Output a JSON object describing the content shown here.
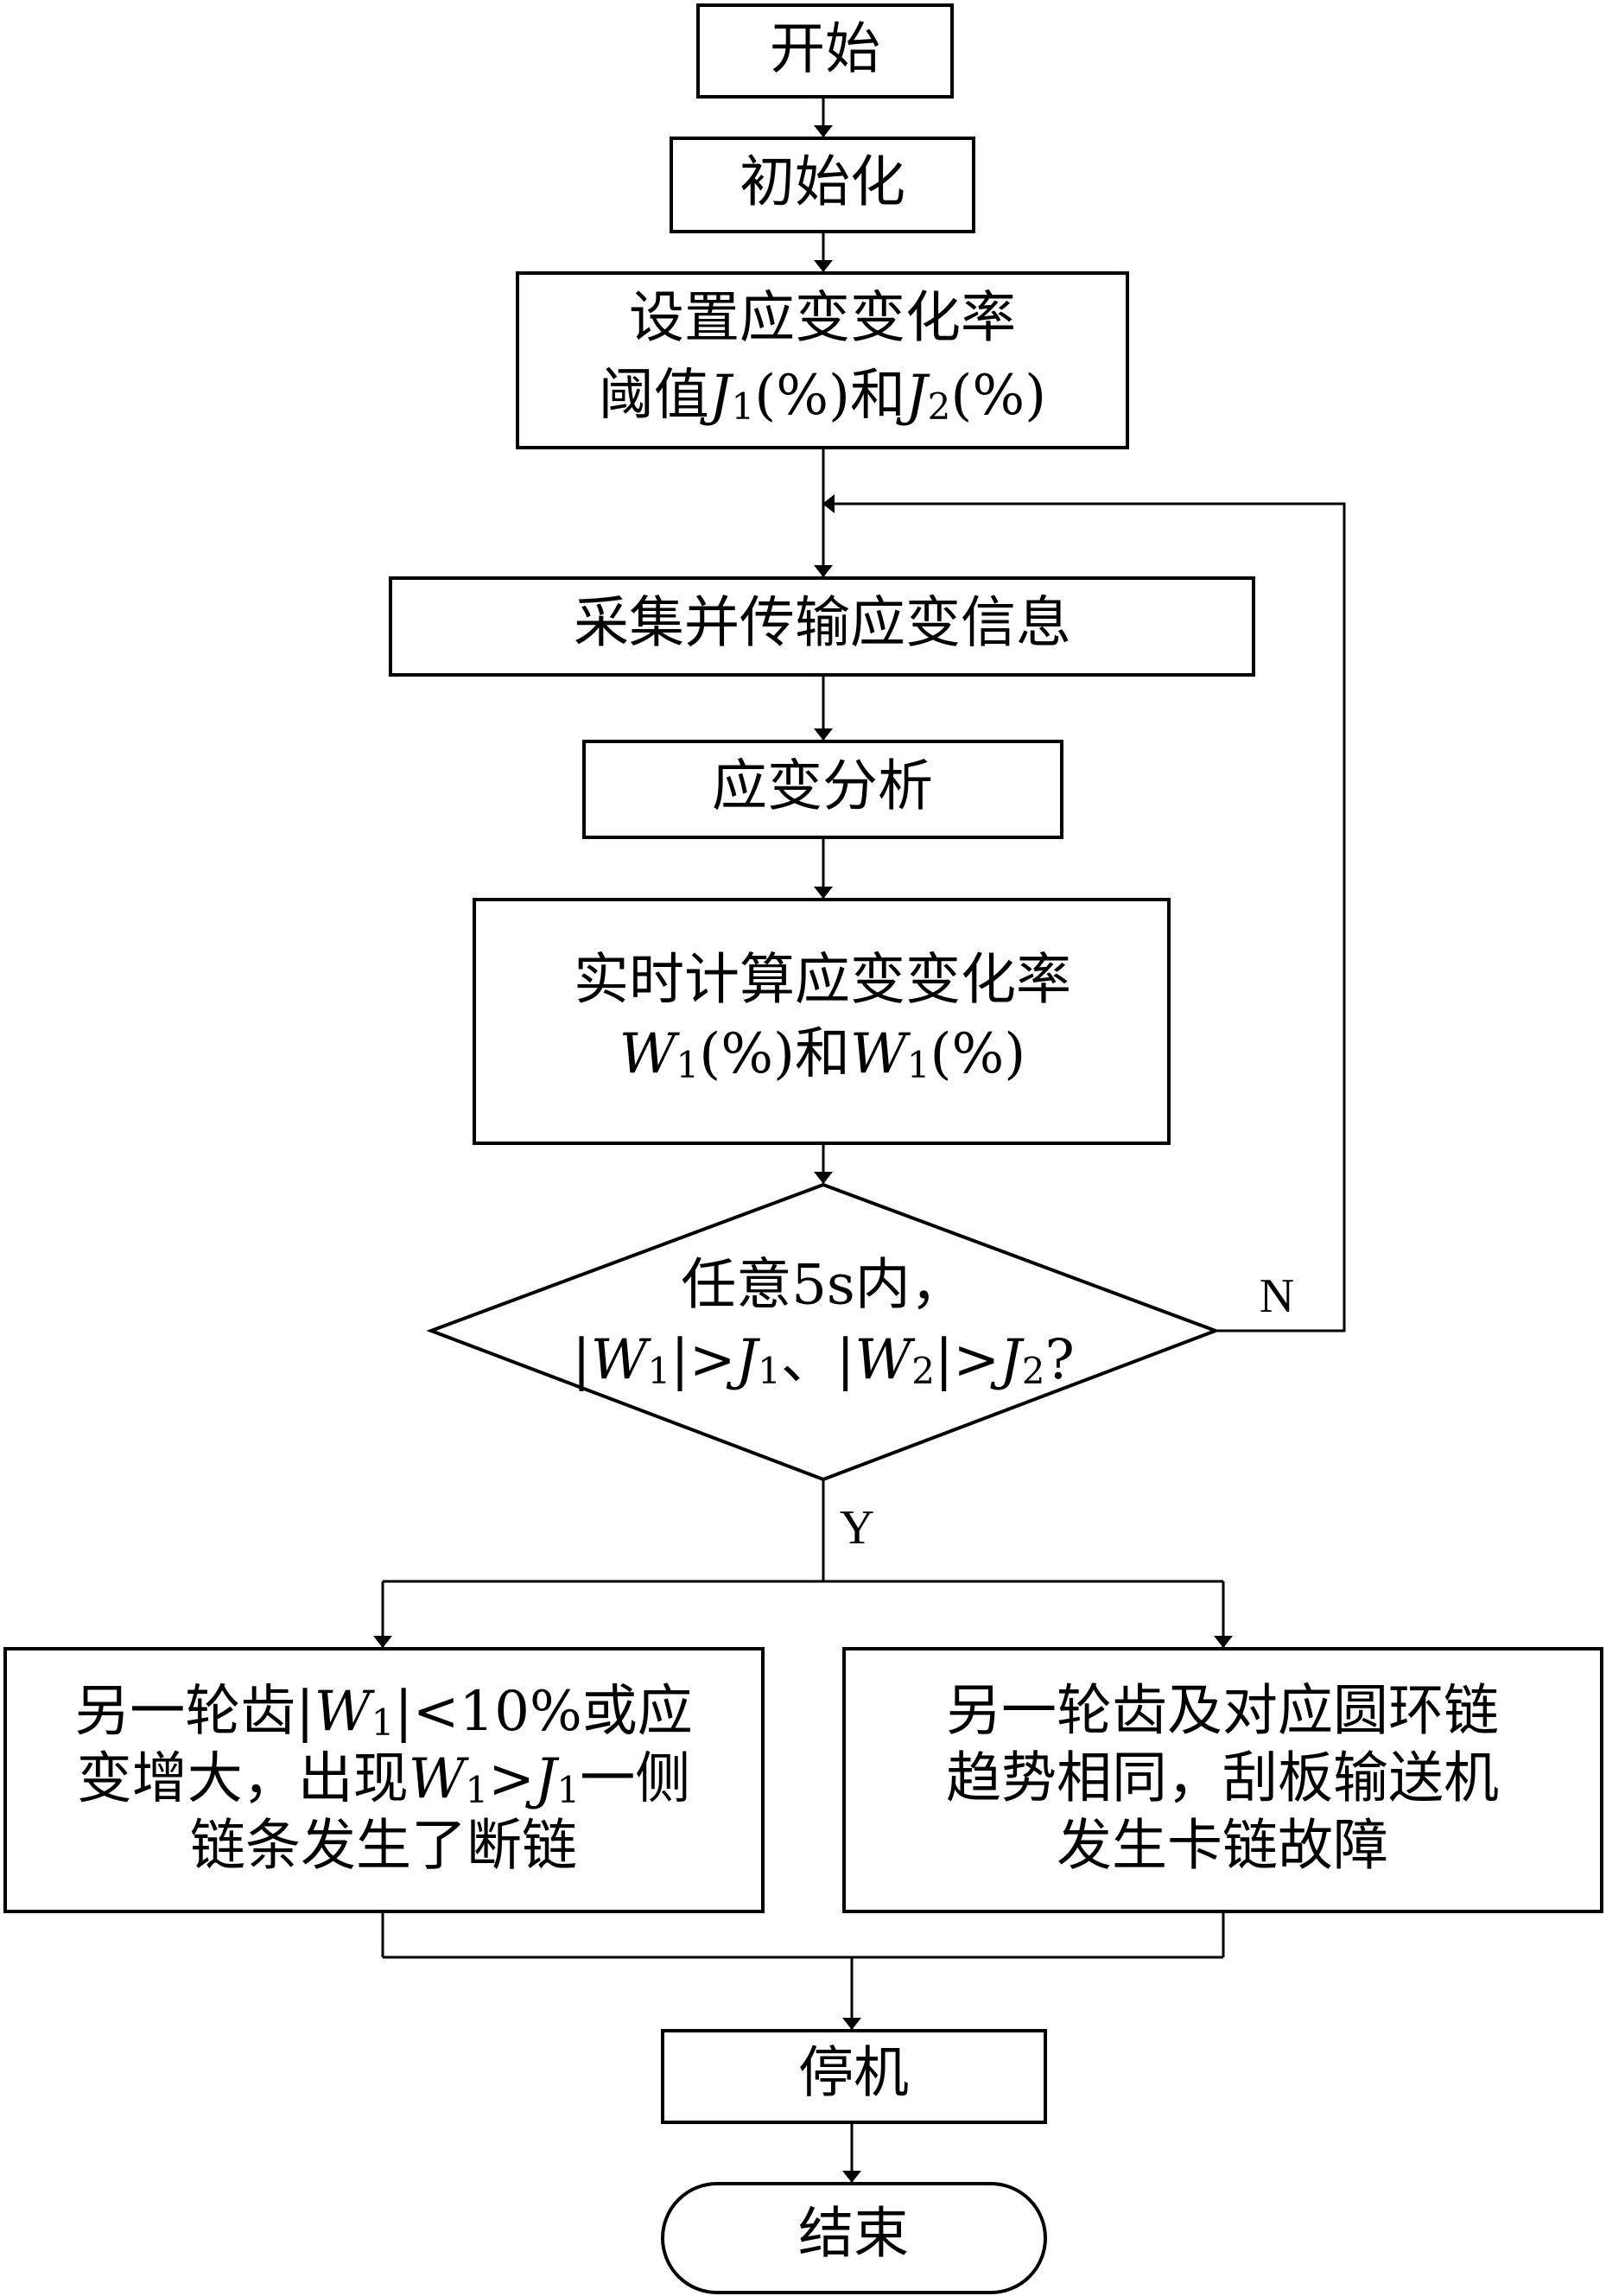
{
  "flowchart": {
    "start": "开始",
    "init": "初始化",
    "set_threshold": {
      "line1": "设置应变变化率",
      "line2_prefix": "阈值",
      "j1_var": "J",
      "j1_sub": "1",
      "j1_unit": "(%)和",
      "j2_var": "J",
      "j2_sub": "2",
      "j2_unit": "(%)"
    },
    "collect": "采集并传输应变信息",
    "analysis": "应变分析",
    "compute": {
      "line1": "实时计算应变变化率",
      "w1_var": "W",
      "w1_sub": "1",
      "w1_unit": "(%)和",
      "w2_var": "W",
      "w2_sub": "1",
      "w2_unit": "(%)"
    },
    "decision": {
      "line1": "任意5s内，",
      "seg1": "|",
      "w1_var": "W",
      "w1_sub": "1",
      "seg2": "|>",
      "j1_var": "J",
      "j1_sub": "1",
      "seg3": "、|",
      "w2_var": "W",
      "w2_sub": "2",
      "seg4": "|>",
      "j2_var": "J",
      "j2_sub": "2",
      "seg5": "?"
    },
    "label_no": "N",
    "label_yes": "Y",
    "result_break": {
      "line1_prefix": "另一轮齿|",
      "line1_var": "W",
      "line1_sub": "1",
      "line1_suffix": "|<10%或应",
      "line2_prefix": "变增大，出现",
      "line2_var_w": "W",
      "line2_sub_w": "1",
      "line2_mid": ">",
      "line2_var_j": "J",
      "line2_sub_j": "1",
      "line2_suffix": "一侧",
      "line3": "链条发生了断链"
    },
    "result_jam": {
      "line1": "另一轮齿及对应圆环链",
      "line2": "趋势相同，刮板输送机",
      "line3": "发生卡链故障"
    },
    "stop": "停机",
    "end": "结束"
  }
}
